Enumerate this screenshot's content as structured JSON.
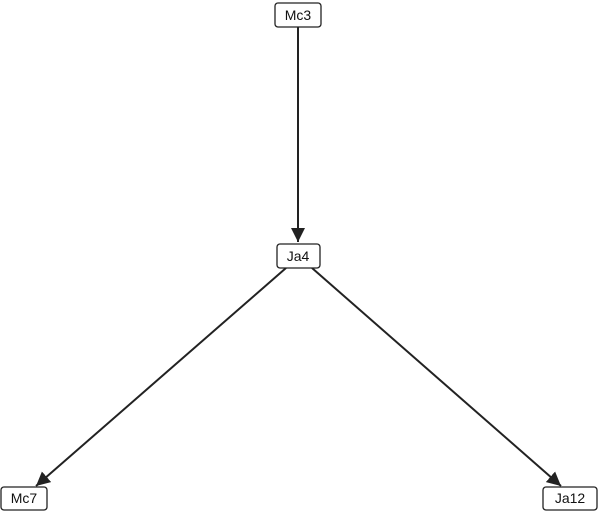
{
  "diagram": {
    "type": "directed-tree",
    "nodes": [
      {
        "id": "mc3",
        "label": "Mc3"
      },
      {
        "id": "ja4",
        "label": "Ja4"
      },
      {
        "id": "mc7",
        "label": "Mc7"
      },
      {
        "id": "ja12",
        "label": "Ja12"
      }
    ],
    "edges": [
      {
        "from": "mc3",
        "to": "ja4"
      },
      {
        "from": "ja4",
        "to": "mc7"
      },
      {
        "from": "ja4",
        "to": "ja12"
      }
    ],
    "colors": {
      "line": "#222222",
      "text": "#111111",
      "background": "#ffffff"
    }
  }
}
